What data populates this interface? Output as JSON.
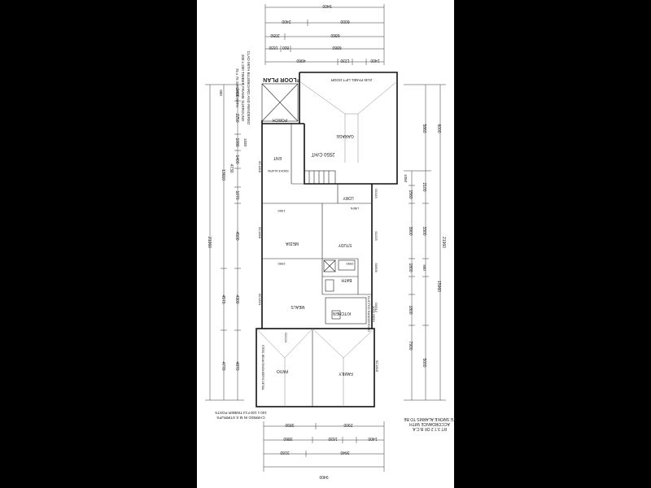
{
  "drawing": {
    "title": "FLOOR PLAN",
    "door_label": "2145 PANEL LIFT DOOR",
    "ceiling_height": "2550 C/HT",
    "porch_note_1": "75 x 75 SHS COL WITH",
    "porch_note_2": "200 x 200 TIMBER FRAME SURROUND",
    "porch_note_3": "CLAD WITH BLUEBOARD AND RENDERED",
    "post_note_1": "100 x 100 F14 TIMBER POSTS",
    "post_note_2": "CARRIED IN M.S STIRRUPS",
    "smoke_note_1": "TE SMOKE ALARMS TO BE",
    "smoke_note_2": "ACCORDANCE WITH",
    "smoke_note_3": "RT 3.7.2 OF B.C.A",
    "beam_note": "STEEL BEAM ENGINEERS DETAIL",
    "kitchen_note_1": "DUCTED RANGEHOOD",
    "kitchen_note_2": "1000 HIGH"
  },
  "rooms": {
    "garage": "GARAGE",
    "porch": "PORCH",
    "ent": "ENT",
    "ldry": "LDRY",
    "study": "STUDY",
    "media": "MEDIA",
    "bath": "BATH",
    "meals": "MEALS",
    "kitchen": "KITCHEN",
    "patio": "PATIO",
    "family": "FAMILY",
    "smoke_alarm": "SMOKE ALARM",
    "linen": "LINEN"
  },
  "door_codes": {
    "sc1818_top": "SC1818",
    "sc1818_media": "SC1818",
    "sc1824": "SC1824",
    "sc1818_family": "SC1818",
    "s1215": "S1215",
    "s0609": "S0609",
    "d0115": "D0115",
    "d2124": "D2124",
    "d0912": "D0912"
  },
  "dims": {
    "top": {
      "overall": "9400",
      "row1": [
        "2400",
        "6000"
      ],
      "row2": [
        "2050",
        "6860"
      ],
      "row3": [
        "1630",
        "800",
        "6860"
      ],
      "row4": [
        "4960",
        "1230",
        "1400"
      ]
    },
    "bottom": {
      "row1": [
        "3890",
        "2900"
      ],
      "row2": [
        "3860",
        "1630",
        "1400"
      ],
      "row3": [
        "3160",
        "3640"
      ],
      "overall": "9400"
    },
    "left_outer": "21960",
    "left_mid": [
      "13610",
      "4570",
      "4770"
    ],
    "left_inner": [
      "2400",
      "2250",
      "1080",
      "1400",
      "4730",
      "1070",
      "4500",
      "4300",
      "4870"
    ],
    "left_small": [
      "900",
      "1030"
    ],
    "right_outer": "21960",
    "right_mid": [
      "6000",
      "15960"
    ],
    "right_inner": [
      "5860",
      "2100",
      "1560",
      "3900",
      "3300",
      "1800",
      "1800",
      "7900",
      "5000"
    ],
    "right_small": [
      "1050",
      "900"
    ],
    "room_widths": [
      "1950",
      "2990",
      "2990"
    ]
  }
}
